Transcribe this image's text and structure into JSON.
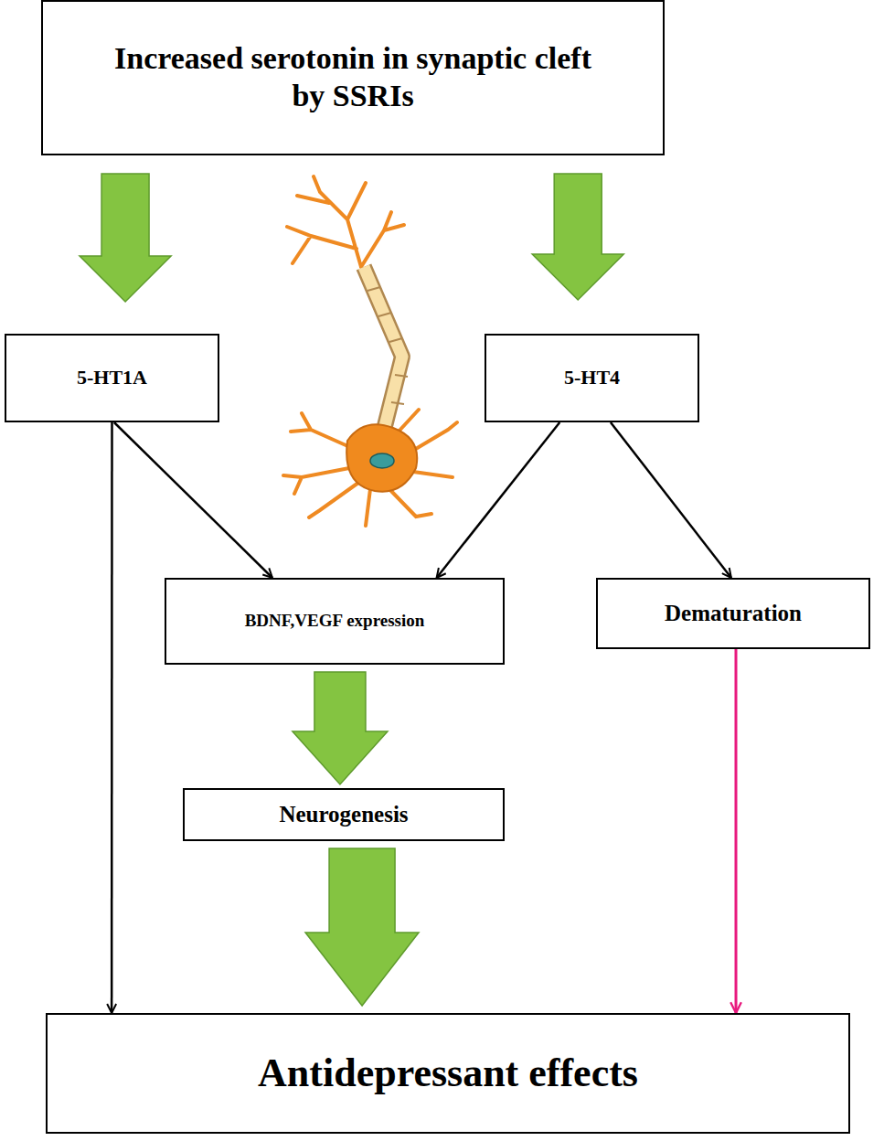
{
  "diagram": {
    "nodes": [
      {
        "text": [
          "Increased serotonin in synaptic cleft by SSRIs"
        ]
      },
      {
        "text": [
          "5-HT1A"
        ]
      },
      {
        "text": [
          "5-HT4"
        ]
      },
      {
        "text": [
          "BDNF,VEGF expression"
        ]
      },
      {
        "text": [
          "Dematuration"
        ]
      },
      {
        "text": [
          "Neurogenesis"
        ]
      },
      {
        "text": [
          "Antidepressant effects"
        ]
      }
    ],
    "edges": [
      {
        "from": 0,
        "to": 1,
        "arrow": "to"
      },
      {
        "from": 0,
        "to": 2,
        "arrow": "to"
      },
      {
        "from": 1,
        "to": 3,
        "arrow": "to"
      },
      {
        "from": 2,
        "to": 3,
        "arrow": "to"
      },
      {
        "from": 2,
        "to": 4,
        "arrow": "to"
      },
      {
        "from": 1,
        "to": 6,
        "arrow": "to"
      },
      {
        "from": 3,
        "to": 5,
        "arrow": "to"
      },
      {
        "from": 5,
        "to": 6,
        "arrow": "to"
      },
      {
        "from": 4,
        "to": 6,
        "arrow": "to"
      }
    ]
  }
}
